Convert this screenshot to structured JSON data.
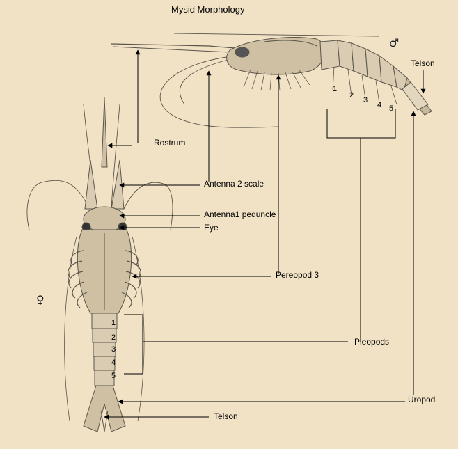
{
  "title": "Mysid Morphology",
  "symbols": {
    "male": "♂",
    "female": "♀"
  },
  "labels": {
    "rostrum": "Rostrum",
    "antenna2_scale": "Antenna 2 scale",
    "antenna1_peduncle": "Antenna1 peduncle",
    "eye": "Eye",
    "pereopod3": "Pereopod 3",
    "pleopods": "Pleopods",
    "uropod": "Uropod",
    "telson_bottom": "Telson",
    "telson_top": "Telson"
  },
  "pleopod_numbers_male": [
    "1",
    "2",
    "3",
    "4",
    "5"
  ],
  "pleopod_numbers_female": [
    "1",
    "2",
    "3",
    "4",
    "5"
  ],
  "colors": {
    "background": "#f1e2c6",
    "line": "#000000",
    "specimen": "#6b6459"
  }
}
